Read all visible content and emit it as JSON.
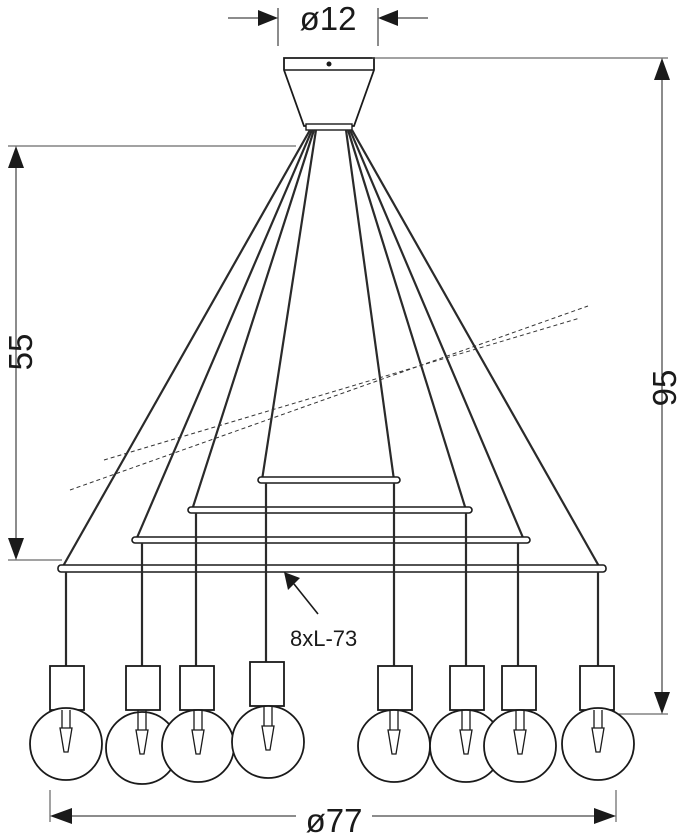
{
  "dimensions": {
    "canopy_diameter": "ø12",
    "total_height": "95",
    "rod_height": "55",
    "cable_length": "8xL-73",
    "total_diameter": "ø77"
  }
}
